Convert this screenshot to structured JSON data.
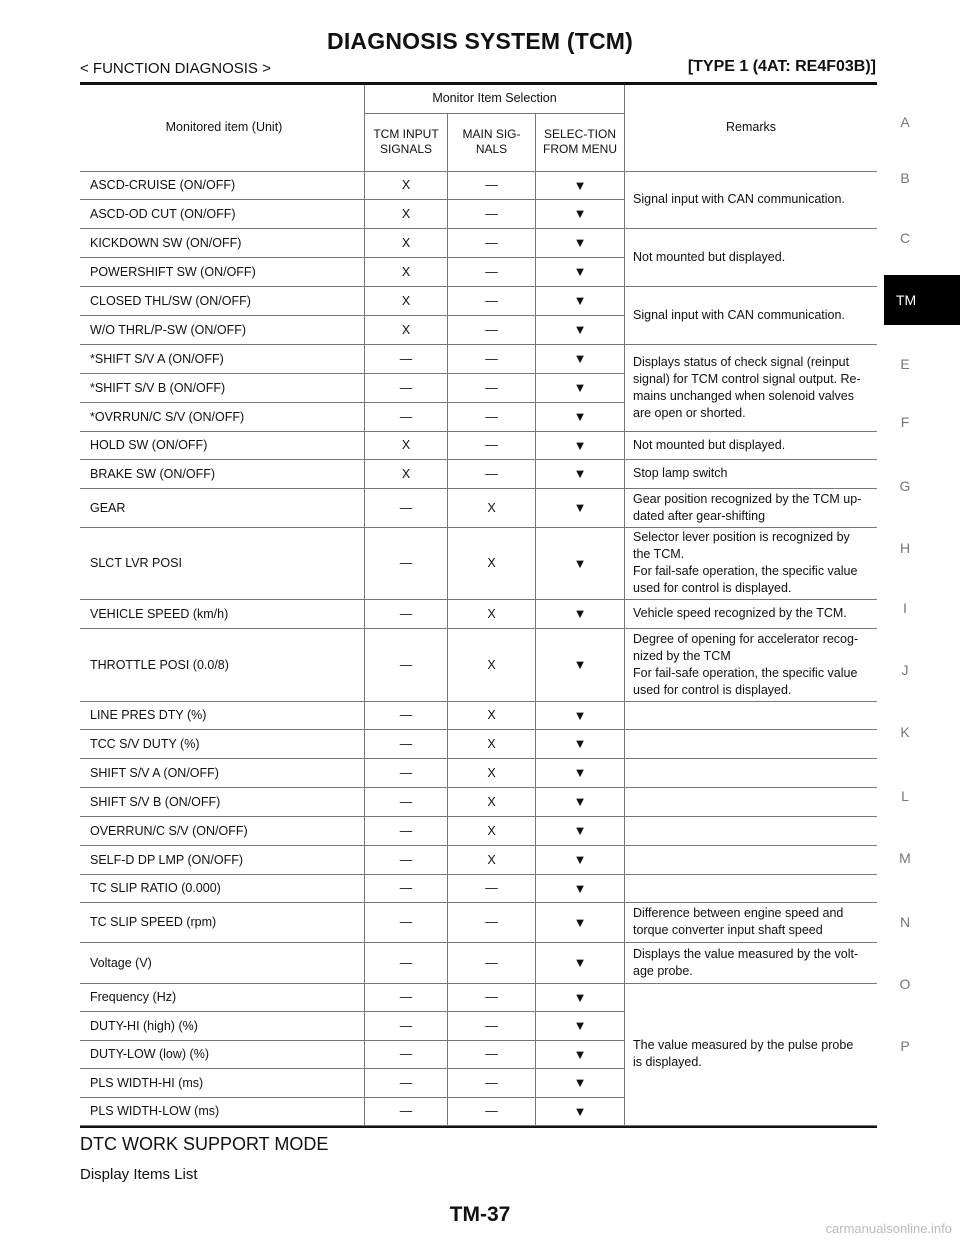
{
  "header": {
    "title": "DIAGNOSIS SYSTEM (TCM)",
    "left": "< FUNCTION DIAGNOSIS >",
    "right": "[TYPE 1 (4AT: RE4F03B)]"
  },
  "sidebar": {
    "letters": [
      "A",
      "B",
      "C",
      "TM",
      "E",
      "F",
      "G",
      "H",
      "I",
      "J",
      "K",
      "L",
      "M",
      "N",
      "O",
      "P"
    ],
    "active": "TM"
  },
  "table": {
    "headers": {
      "item": "Monitored item (Unit)",
      "group": "Monitor Item Selection",
      "tcm": "TCM INPUT SIGNALS",
      "main": "MAIN SIG-NALS",
      "menu": "SELEC-TION FROM MENU",
      "remarks": "Remarks"
    },
    "rows": [
      {
        "item": "ASCD-CRUISE (ON/OFF)",
        "tcm": "X",
        "main": "—",
        "menu": "▼"
      },
      {
        "item": "ASCD-OD CUT (ON/OFF)",
        "tcm": "X",
        "main": "—",
        "menu": "▼"
      },
      {
        "item": "KICKDOWN SW (ON/OFF)",
        "tcm": "X",
        "main": "—",
        "menu": "▼"
      },
      {
        "item": "POWERSHIFT SW (ON/OFF)",
        "tcm": "X",
        "main": "—",
        "menu": "▼"
      },
      {
        "item": "CLOSED THL/SW (ON/OFF)",
        "tcm": "X",
        "main": "—",
        "menu": "▼"
      },
      {
        "item": "W/O THRL/P-SW (ON/OFF)",
        "tcm": "X",
        "main": "—",
        "menu": "▼"
      },
      {
        "item": "*SHIFT S/V A (ON/OFF)",
        "tcm": "—",
        "main": "—",
        "menu": "▼"
      },
      {
        "item": "*SHIFT S/V B (ON/OFF)",
        "tcm": "—",
        "main": "—",
        "menu": "▼"
      },
      {
        "item": "*OVRRUN/C S/V (ON/OFF)",
        "tcm": "—",
        "main": "—",
        "menu": "▼"
      },
      {
        "item": "HOLD SW (ON/OFF)",
        "tcm": "X",
        "main": "—",
        "menu": "▼",
        "remark": "Not mounted but displayed."
      },
      {
        "item": "BRAKE SW (ON/OFF)",
        "tcm": "X",
        "main": "—",
        "menu": "▼",
        "remark": "Stop lamp switch"
      },
      {
        "item": "GEAR",
        "tcm": "—",
        "main": "X",
        "menu": "▼",
        "remark": "Gear position recognized by the TCM up-\ndated after gear-shifting"
      },
      {
        "item": "SLCT LVR POSI",
        "tcm": "—",
        "main": "X",
        "menu": "▼",
        "remark": "Selector lever position is recognized by\nthe TCM.\nFor fail-safe operation, the specific value\nused for control is displayed."
      },
      {
        "item": "VEHICLE SPEED (km/h)",
        "tcm": "—",
        "main": "X",
        "menu": "▼",
        "remark": "Vehicle speed recognized by the TCM."
      },
      {
        "item": "THROTTLE POSI (0.0/8)",
        "tcm": "—",
        "main": "X",
        "menu": "▼",
        "remark": "Degree of opening for accelerator recog-\nnized by the TCM\nFor fail-safe operation, the specific value\nused for control is displayed."
      },
      {
        "item": "LINE PRES DTY (%)",
        "tcm": "—",
        "main": "X",
        "menu": "▼",
        "remark": ""
      },
      {
        "item": "TCC S/V DUTY (%)",
        "tcm": "—",
        "main": "X",
        "menu": "▼",
        "remark": ""
      },
      {
        "item": "SHIFT S/V A (ON/OFF)",
        "tcm": "—",
        "main": "X",
        "menu": "▼",
        "remark": ""
      },
      {
        "item": "SHIFT S/V B (ON/OFF)",
        "tcm": "—",
        "main": "X",
        "menu": "▼",
        "remark": ""
      },
      {
        "item": "OVERRUN/C S/V (ON/OFF)",
        "tcm": "—",
        "main": "X",
        "menu": "▼",
        "remark": ""
      },
      {
        "item": "SELF-D DP LMP (ON/OFF)",
        "tcm": "—",
        "main": "X",
        "menu": "▼",
        "remark": ""
      },
      {
        "item": "TC SLIP RATIO (0.000)",
        "tcm": "—",
        "main": "—",
        "menu": "▼",
        "remark": ""
      },
      {
        "item": "TC SLIP SPEED (rpm)",
        "tcm": "—",
        "main": "—",
        "menu": "▼",
        "remark": "Difference between engine speed and\ntorque converter input shaft speed"
      },
      {
        "item": "Voltage (V)",
        "tcm": "—",
        "main": "—",
        "menu": "▼",
        "remark": "Displays the value measured by the volt-\nage probe."
      },
      {
        "item": "Frequency (Hz)",
        "tcm": "—",
        "main": "—",
        "menu": "▼"
      },
      {
        "item": "DUTY-HI (high) (%)",
        "tcm": "—",
        "main": "—",
        "menu": "▼"
      },
      {
        "item": "DUTY-LOW (low) (%)",
        "tcm": "—",
        "main": "—",
        "menu": "▼"
      },
      {
        "item": "PLS WIDTH-HI (ms)",
        "tcm": "—",
        "main": "—",
        "menu": "▼"
      },
      {
        "item": "PLS WIDTH-LOW (ms)",
        "tcm": "—",
        "main": "—",
        "menu": "▼"
      }
    ],
    "merged_remarks": {
      "can1": "Signal input with CAN communication.",
      "notmounted": "Not mounted but displayed.",
      "can2": "Signal input with CAN communication.",
      "check": "Displays status of check signal (reinput\nsignal) for TCM control signal output. Re-\nmains unchanged when solenoid valves\nare open or shorted.",
      "pulse": "The value measured by the pulse probe\nis displayed."
    }
  },
  "section": {
    "heading": "DTC WORK SUPPORT MODE",
    "sub": "Display Items List"
  },
  "footer": {
    "page": "TM-37",
    "watermark": "carmanualsonline.info"
  }
}
